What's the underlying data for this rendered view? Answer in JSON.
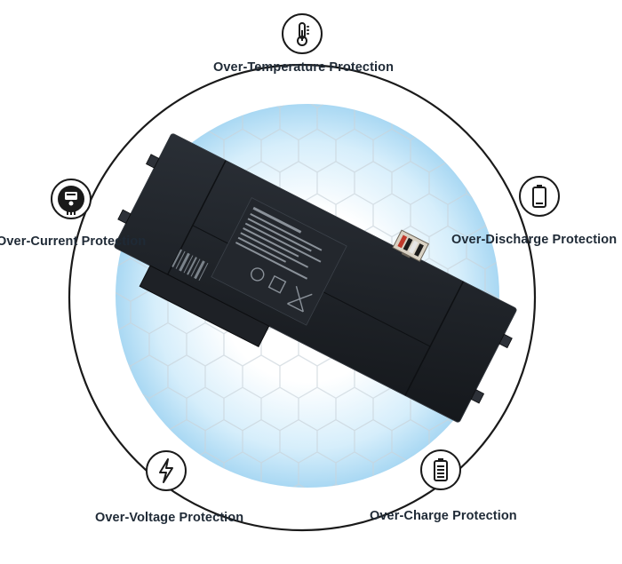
{
  "protections": [
    {
      "label": "Over-Temperature Protection",
      "icon": "thermometer-icon"
    },
    {
      "label": "Over-Discharge Protection",
      "icon": "battery-low-icon"
    },
    {
      "label": "Over-Charge Protection",
      "icon": "battery-full-icon"
    },
    {
      "label": "Over-Voltage Protection",
      "icon": "lightning-icon"
    },
    {
      "label": "Over-Current Protection",
      "icon": "meter-icon"
    }
  ],
  "colors": {
    "ring": "#1a1a1a",
    "glow": "#bfe3f7",
    "battery": "#1c1f24",
    "text": "#1f2a36"
  }
}
